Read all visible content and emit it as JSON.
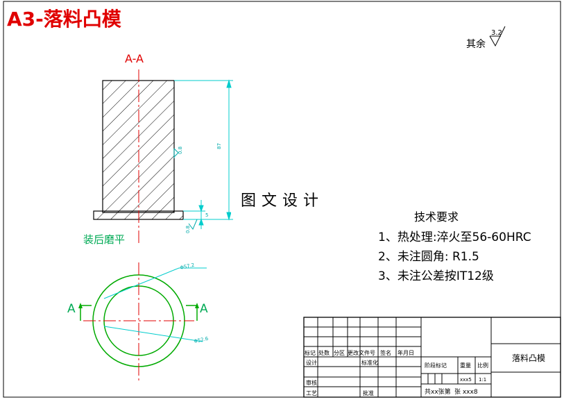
{
  "drawing": {
    "title": "A3-落料凸模",
    "section_label": "A-A",
    "other_roughness_prefix": "其余",
    "other_roughness_value": "3.2",
    "height_dim": "87",
    "side_roughness": "0.8",
    "bottom_roughness": "0.8",
    "flange_dim": "5",
    "note_grind": "装后磨平",
    "dia_outer": "Φ57.2",
    "dia_inner": "Φ52.6",
    "section_mark_left": "A",
    "section_mark_right": "A",
    "watermark": "图文设计",
    "colors": {
      "title": "#e00000",
      "centerline": "#e00000",
      "dimension": "#00ffff",
      "outline": "#00aa00",
      "green_text": "#00aa55"
    }
  },
  "tech_requirements": {
    "heading": "技术要求",
    "items": [
      "1、热处理:淬火至56-60HRC",
      "2、未注圆角: R1.5",
      "3、未注公差按IT12级"
    ]
  },
  "title_block": {
    "part_name": "落料凸模",
    "row_labels": [
      "标记",
      "处数",
      "分区",
      "更改文件号",
      "签名",
      "年月日"
    ],
    "design": "设计",
    "standardize": "标准化",
    "review": "审核",
    "process": "工艺",
    "approve": "批准",
    "stage_mark": "阶段标记",
    "weight": "重量",
    "scale": "比例",
    "weight_value": "xxx5",
    "scale_value": "1:1",
    "sheets": "共xx张第",
    "sheet_no": "张 xxx8"
  }
}
